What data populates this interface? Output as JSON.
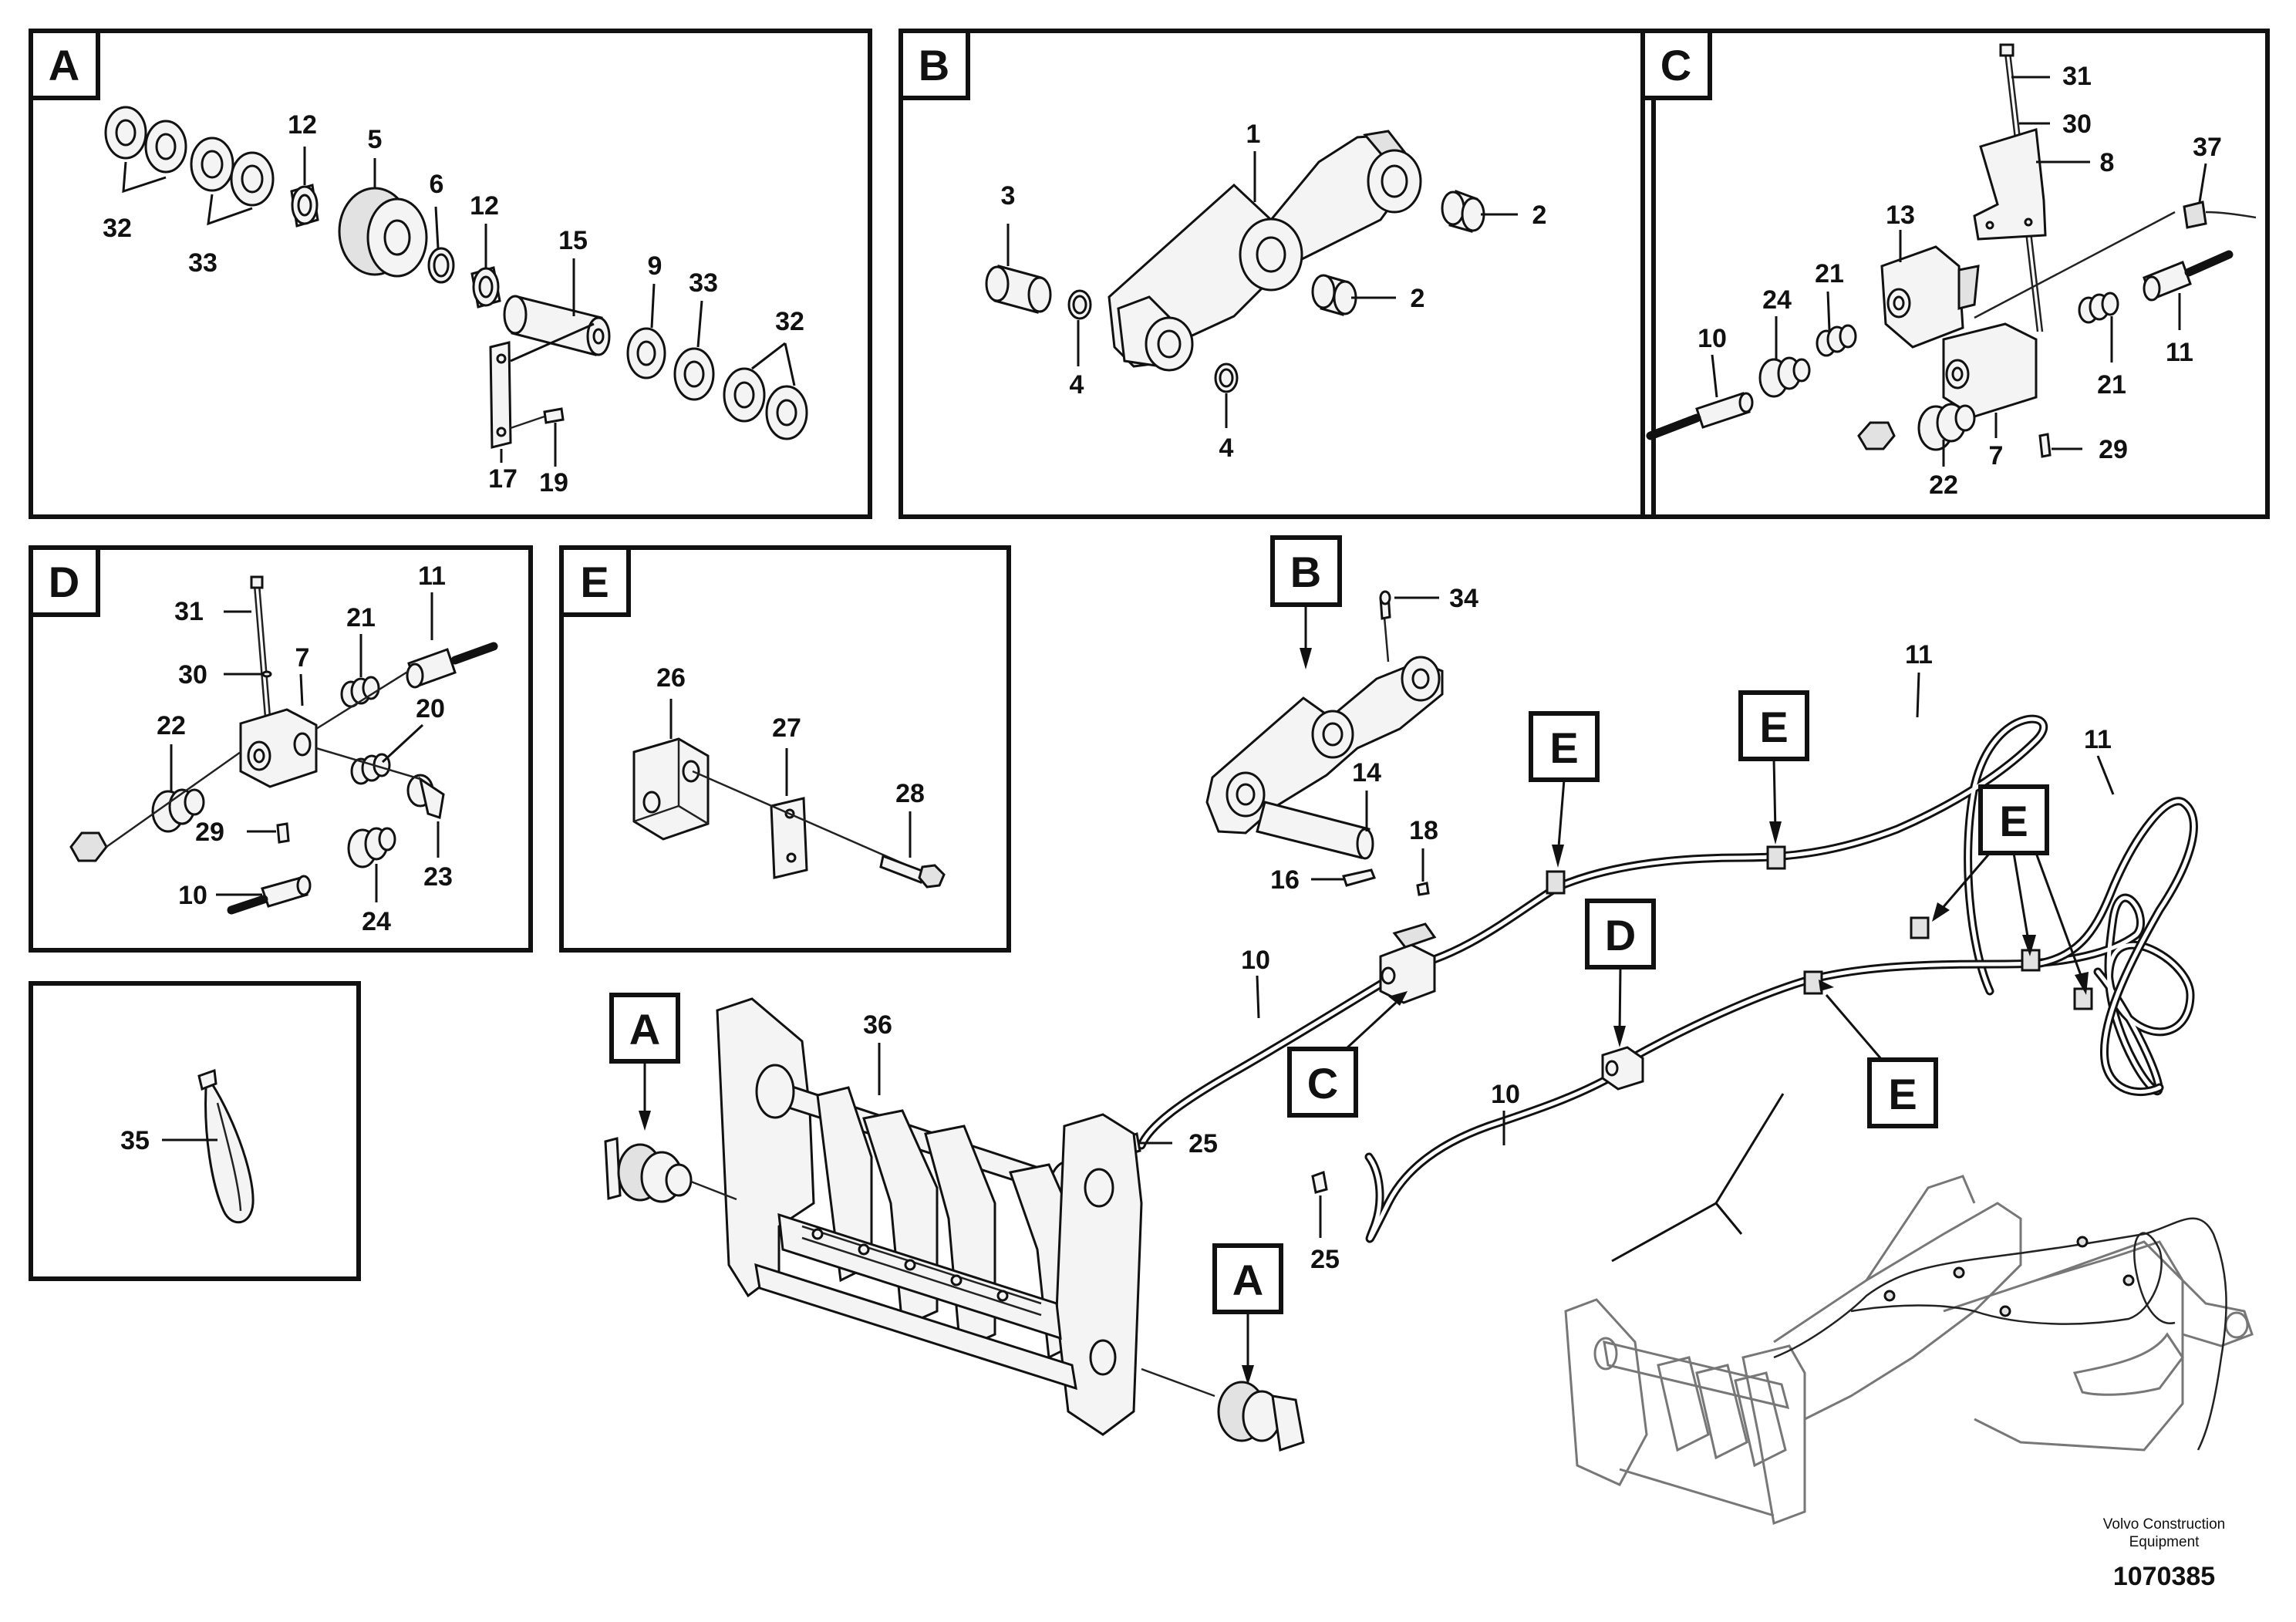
{
  "panels": {
    "A": {
      "tag": "A",
      "callouts": {
        "c32a": "32",
        "c33a": "33",
        "c12a": "12",
        "c5": "5",
        "c6": "6",
        "c12b": "12",
        "c15": "15",
        "c9": "9",
        "c33b": "33",
        "c32b": "32",
        "c17": "17",
        "c19": "19"
      }
    },
    "B": {
      "tag": "B",
      "callouts": {
        "c1": "1",
        "c2a": "2",
        "c2b": "2",
        "c3": "3",
        "c4a": "4",
        "c4b": "4"
      }
    },
    "C": {
      "tag": "C",
      "callouts": {
        "c31": "31",
        "c30": "30",
        "c8": "8",
        "c37": "37",
        "c13": "13",
        "c21a": "21",
        "c24": "24",
        "c10": "10",
        "c21b": "21",
        "c11": "11",
        "c22": "22",
        "c7": "7",
        "c29": "29"
      }
    },
    "D": {
      "tag": "D",
      "callouts": {
        "c31": "31",
        "c11": "11",
        "c21": "21",
        "c7": "7",
        "c30": "30",
        "c20": "20",
        "c22": "22",
        "c29": "29",
        "c23": "23",
        "c10": "10",
        "c24": "24"
      }
    },
    "E": {
      "tag": "E",
      "callouts": {
        "c26": "26",
        "c27": "27",
        "c28": "28"
      }
    },
    "tie": {
      "callouts": {
        "c35": "35"
      }
    }
  },
  "main": {
    "tags": {
      "B": "B",
      "E1": "E",
      "E2": "E",
      "E3": "E",
      "E4": "E",
      "D": "D",
      "C": "C",
      "A1": "A",
      "A2": "A"
    },
    "callouts": {
      "c34": "34",
      "c11a": "11",
      "c11b": "11",
      "c14": "14",
      "c18": "18",
      "c16": "16",
      "c10a": "10",
      "c10b": "10",
      "c36": "36",
      "c25a": "25",
      "c25b": "25"
    }
  },
  "footer": {
    "line1": "Volvo Construction",
    "line2": "Equipment",
    "number": "1070385"
  }
}
